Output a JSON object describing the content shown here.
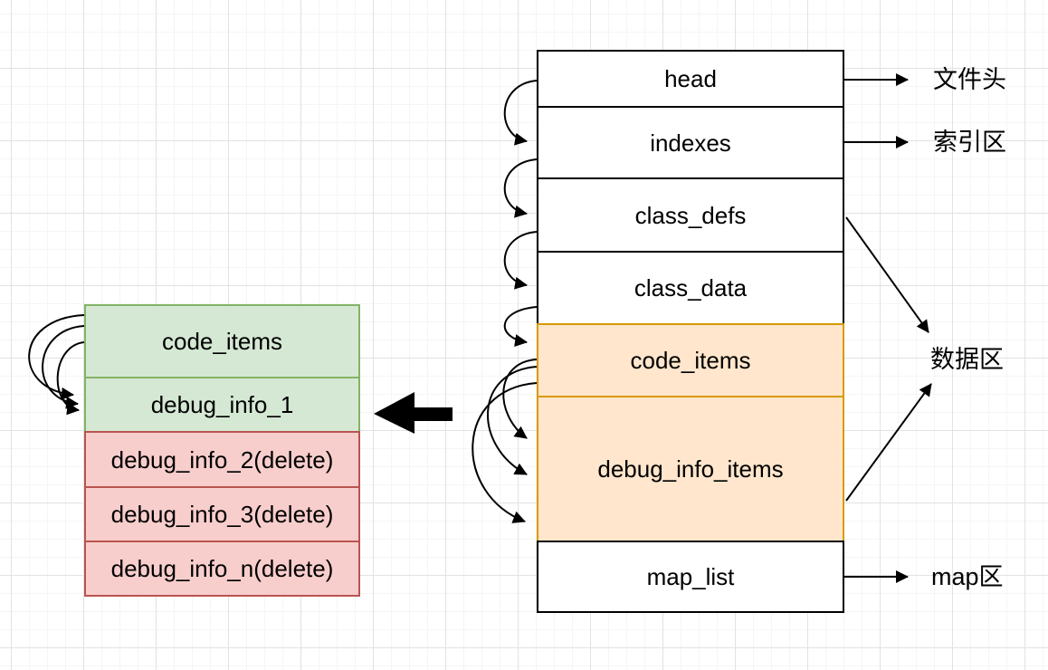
{
  "dex_structure": {
    "description_rows": [
      {
        "label": "head",
        "style": "white"
      },
      {
        "label": "indexes",
        "style": "white"
      },
      {
        "label": "class_defs",
        "style": "white"
      },
      {
        "label": "class_data",
        "style": "white"
      },
      {
        "label": "code_items",
        "style": "orange"
      },
      {
        "label": "debug_info_items",
        "style": "orange"
      },
      {
        "label": "map_list",
        "style": "white"
      }
    ]
  },
  "dedup_structure": {
    "rows": [
      {
        "label": "code_items",
        "style": "green"
      },
      {
        "label": "debug_info_1",
        "style": "green"
      },
      {
        "label": "debug_info_2(delete)",
        "style": "red"
      },
      {
        "label": "debug_info_3(delete)",
        "style": "red"
      },
      {
        "label": "debug_info_n(delete)",
        "style": "red"
      }
    ]
  },
  "region_labels": {
    "file_header": "文件头",
    "index_region": "索引区",
    "data_region": "数据区",
    "map_region": "map区"
  },
  "colors": {
    "orange_fill": "#ffe6cc",
    "orange_border": "#d79b00",
    "green_fill": "#d5e8d4",
    "green_border": "#82b366",
    "red_fill": "#f8cecc",
    "red_border": "#b85450",
    "box_fill": "#ffffff",
    "box_border": "#000000",
    "arrow_color": "#000000",
    "grid_major": "#e2e2e2",
    "grid_minor": "#f5f5f5"
  }
}
